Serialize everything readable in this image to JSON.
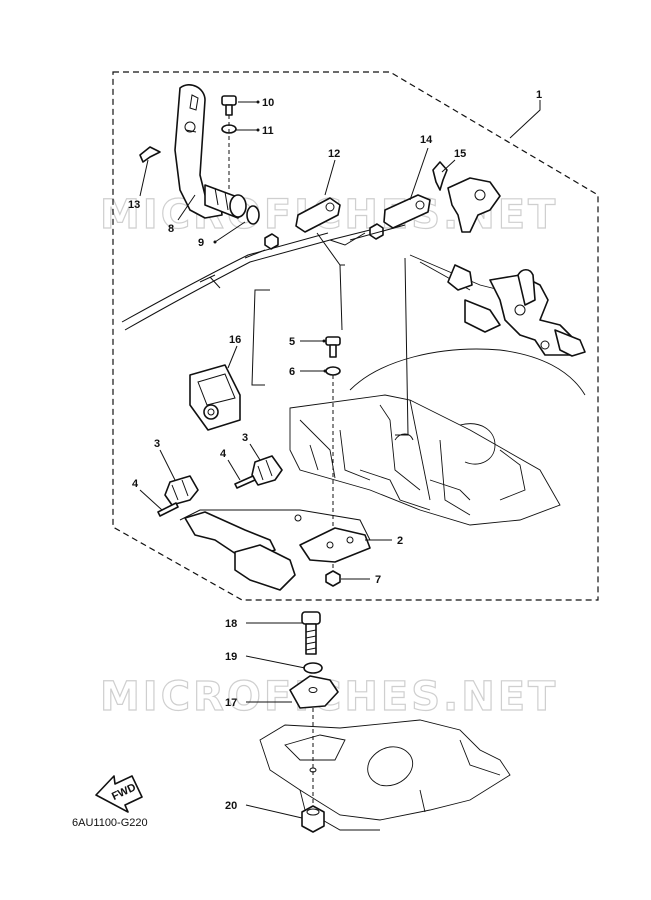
{
  "watermark": {
    "text": "MICROFICHES.NET"
  },
  "diagram_code": "6AU1100-G220",
  "fwd_label": "FWD",
  "callouts": {
    "c1": "1",
    "c2": "2",
    "c3a": "3",
    "c3b": "3",
    "c4a": "4",
    "c4b": "4",
    "c5": "5",
    "c6": "6",
    "c7": "7",
    "c8": "8",
    "c9": "9",
    "c10": "10",
    "c11": "11",
    "c12": "12",
    "c13": "13",
    "c14": "14",
    "c15": "15",
    "c16": "16",
    "c17": "17",
    "c18": "18",
    "c19": "19",
    "c20": "20"
  }
}
